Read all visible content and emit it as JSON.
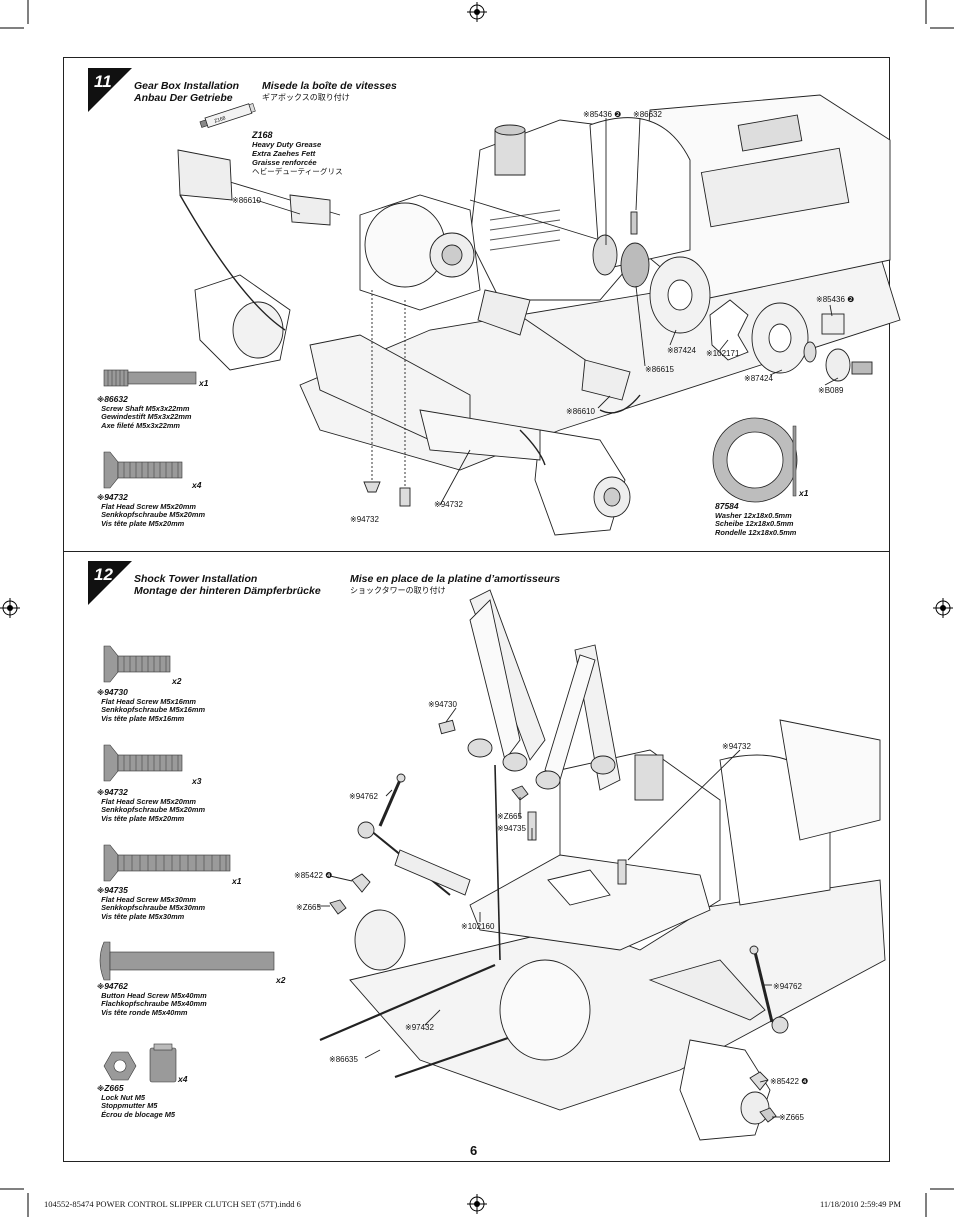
{
  "page_number": "6",
  "footer": {
    "file": "104552-85474 POWER CONTROL SLIPPER CLUTCH SET (57T).indd   6",
    "timestamp": "11/18/2010   2:59:49 PM"
  },
  "step11": {
    "number": "11",
    "title_en": "Gear Box Installation",
    "title_de": "Anbau Der Getriebe",
    "title_fr": "Misede la boîte de vitesses",
    "title_jp": "ギアボックスの取り付け",
    "grease": {
      "code": "Z168",
      "en": "Heavy Duty Grease",
      "de": "Extra Zaehes Fett",
      "fr": "Graisse renforcée",
      "jp": "ヘビーデューティーグリス"
    },
    "callouts": [
      "※86610",
      "※85436 ❷",
      "※86632",
      "※87424",
      "※102171",
      "※87424",
      "※85436 ❷",
      "※B089",
      "※86615",
      "※86610",
      "※94732",
      "※94732"
    ],
    "parts": [
      {
        "code": "86632",
        "qty": "x1",
        "en": "Screw Shaft M5x3x22mm",
        "de": "Gewindestift M5x3x22mm",
        "fr": "Axe fileté M5x3x22mm"
      },
      {
        "code": "94732",
        "qty": "x4",
        "en": "Flat Head Screw M5x20mm",
        "de": "Senkkopfschraube M5x20mm",
        "fr": "Vis tête plate M5x20mm"
      }
    ],
    "washer": {
      "code": "87584",
      "qty": "x1",
      "en": "Washer 12x18x0.5mm",
      "de": "Scheibe 12x18x0.5mm",
      "fr": "Rondelle 12x18x0.5mm"
    }
  },
  "step12": {
    "number": "12",
    "title_en": "Shock Tower Installation",
    "title_de": "Montage der hinteren Dämpferbrücke",
    "title_fr": "Mise en place de la platine d’amortisseurs",
    "title_jp": "ショックタワーの取り付け",
    "callouts": [
      "※94730",
      "※94732",
      "※94762",
      "※Z665",
      "※94735",
      "※85422 ❹",
      "※Z665",
      "※102160",
      "※94762",
      "※97432",
      "※86635",
      "※85422 ❹",
      "※Z665"
    ],
    "parts": [
      {
        "code": "94730",
        "qty": "x2",
        "en": "Flat Head Screw M5x16mm",
        "de": "Senkkopfschraube M5x16mm",
        "fr": "Vis tête plate M5x16mm"
      },
      {
        "code": "94732",
        "qty": "x3",
        "en": "Flat Head Screw M5x20mm",
        "de": "Senkkopfschraube M5x20mm",
        "fr": "Vis tête plate M5x20mm"
      },
      {
        "code": "94735",
        "qty": "x1",
        "en": "Flat Head Screw M5x30mm",
        "de": "Senkkopfschraube M5x30mm",
        "fr": "Vis tête plate M5x30mm"
      },
      {
        "code": "94762",
        "qty": "x2",
        "en": "Button Head Screw M5x40mm",
        "de": "Flachkopfschraube M5x40mm",
        "fr": "Vis tête ronde M5x40mm"
      },
      {
        "code": "Z665",
        "qty": "x4",
        "en": "Lock Nut M5",
        "de": "Stoppmutter M5",
        "fr": "Écrou de blocage M5"
      }
    ]
  }
}
